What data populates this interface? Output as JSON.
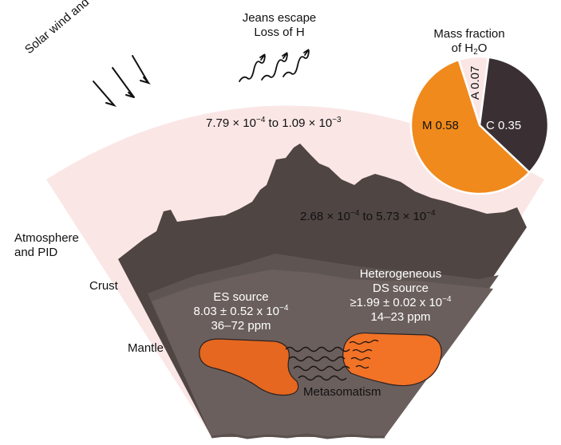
{
  "colors": {
    "atmosphere": "#fbe6e6",
    "crust": "#4f4543",
    "upper_mantle": "#5e5553",
    "mantle": "#6a5f5c",
    "es_source": "#e6671f",
    "ds_source": "#f27226",
    "pie_mantle": "#f08a1c",
    "pie_crust": "#3a3033",
    "pie_atmosphere": "#fbe6e6",
    "text_dark": "#111111",
    "text_light": "#ffffff"
  },
  "labels": {
    "solar_wind": "Solar wind and ultraviolet",
    "jeans_line1": "Jeans escape",
    "jeans_line2": "Loss of H",
    "mass_line1": "Mass fraction",
    "mass_line2_prefix": "of H",
    "mass_line2_sub": "2",
    "mass_line2_suffix": "O",
    "atmosphere_line1": "Atmosphere",
    "atmosphere_line2": "and PID",
    "crust": "Crust",
    "mantle": "Mantle",
    "metasomatism": "Metasomatism"
  },
  "values": {
    "atmosphere": {
      "m1": "7.79 × 10",
      "e1": "−4",
      "mid": " to 1.09 × 10",
      "e2": "−3"
    },
    "crust": {
      "m1": "2.68 × 10",
      "e1": "−4",
      "mid": " to 5.73 × 10",
      "e2": "−4"
    },
    "es_source": {
      "title": "ES source",
      "value_main": "8.03 ± 0.52 x 10",
      "value_exp": "−4",
      "ppm": "36–72 ppm"
    },
    "ds_source": {
      "title_line1": "Heterogeneous",
      "title_line2": "DS source",
      "value_main": "≥1.99 ± 0.02 x 10",
      "value_exp": "−4",
      "ppm": "14–23 ppm"
    }
  },
  "pie": {
    "slices": [
      {
        "key": "mantle",
        "letter": "M",
        "value": 0.58,
        "label": "M 0.58"
      },
      {
        "key": "crust",
        "letter": "C",
        "value": 0.35,
        "label": "C 0.35"
      },
      {
        "key": "atmosphere",
        "letter": "A",
        "value": 0.07,
        "label": "A 0.07"
      }
    ]
  }
}
